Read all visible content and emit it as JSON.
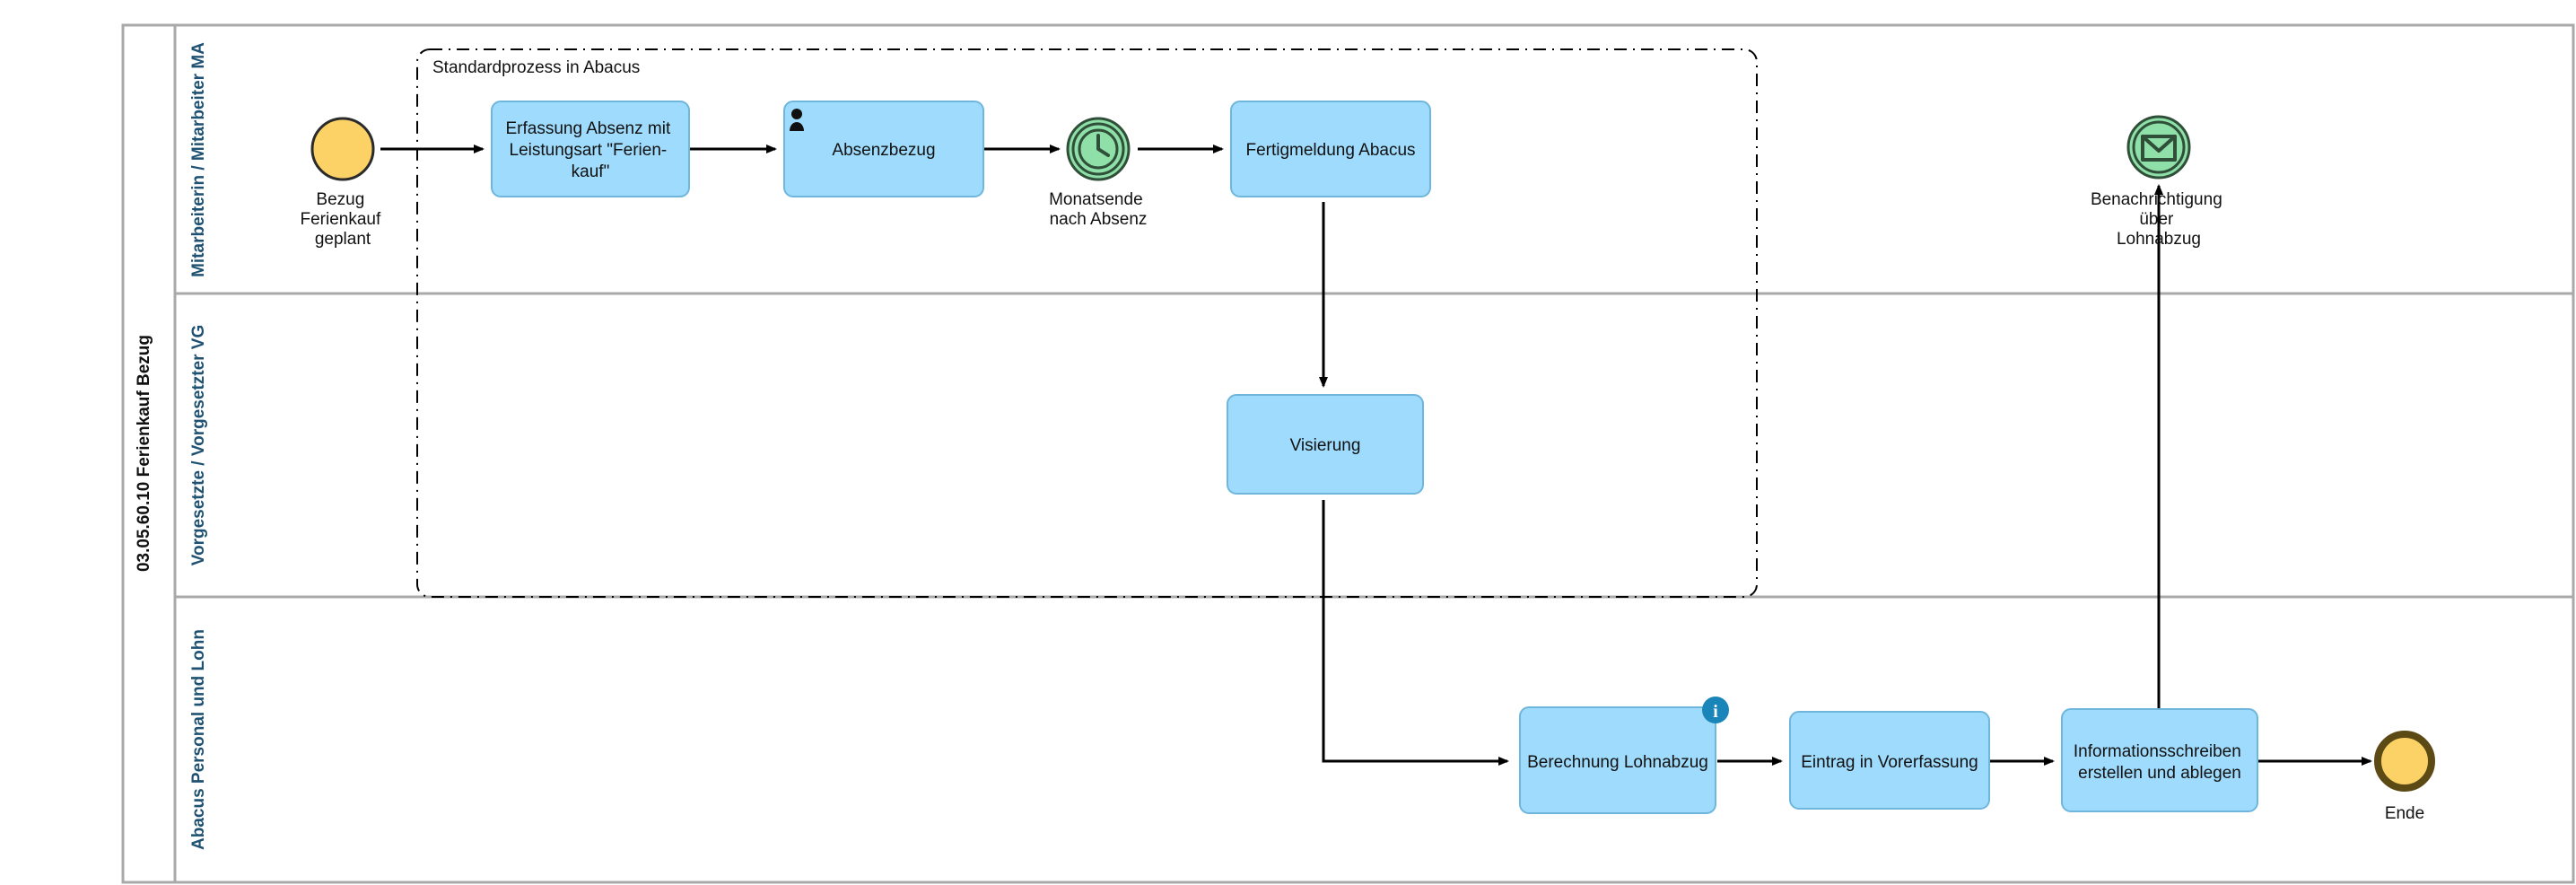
{
  "pool": {
    "title": "03.05.60.10 Ferienkauf Bezug"
  },
  "lanes": [
    {
      "label": "Mitarbeiterin / Mitarbeiter MA"
    },
    {
      "label": "Vorgesetzte / Vorgesetzter VG"
    },
    {
      "label": "Abacus Personal und Lohn"
    }
  ],
  "group": {
    "label": "Standardprozess in Abacus"
  },
  "events": {
    "start": {
      "label": "Bezug\nFerienkauf\ngeplant",
      "lines": [
        "Bezug",
        "Ferienkauf",
        "geplant"
      ],
      "icon": "start-event-circle",
      "color": "#FCD266"
    },
    "timer": {
      "label": "Monatsende\nnach Absenz",
      "lines": [
        "Monatsende",
        "nach Absenz"
      ],
      "icon": "clock-icon",
      "color": "#8FE0A8"
    },
    "message": {
      "label": "Benachrichtigung\nüber\nLohnabzug",
      "lines": [
        "Benachrichtigung",
        "über",
        "Lohnabzug"
      ],
      "icon": "envelope-icon",
      "color": "#8FE0A8"
    },
    "end": {
      "label": "Ende",
      "lines": [
        "Ende"
      ],
      "icon": "end-event-circle",
      "color": "#FCD266"
    }
  },
  "tasks": [
    {
      "id": "erfassung",
      "lines": [
        "Erfassung Absenz mit",
        "Leistungsart \"Ferien-",
        "kauf\""
      ],
      "badge": null
    },
    {
      "id": "absenzbezug",
      "lines": [
        "Absenzbezug"
      ],
      "badge": "user-icon"
    },
    {
      "id": "fertigmeldung",
      "lines": [
        "Fertigmeldung Abacus"
      ],
      "badge": null
    },
    {
      "id": "visierung",
      "lines": [
        "Visierung"
      ],
      "badge": null
    },
    {
      "id": "berechnung",
      "lines": [
        "Berechnung Lohnabzug"
      ],
      "badge": "info-icon"
    },
    {
      "id": "eintrag",
      "lines": [
        "Eintrag in Vorerfassung"
      ],
      "badge": null
    },
    {
      "id": "informationsschreiben",
      "lines": [
        "Informationsschreiben",
        "erstellen und ablegen"
      ],
      "badge": null
    }
  ],
  "colors": {
    "task_fill": "#9FDBFC",
    "task_stroke": "#6FB6DC",
    "event_yellow": "#FCD266",
    "event_green": "#8FE0A8",
    "lane_text": "#1F5272",
    "pool_border": "#A9A9A9",
    "badge_blue": "#1A85B8"
  },
  "badge": {
    "info_char": "i"
  }
}
